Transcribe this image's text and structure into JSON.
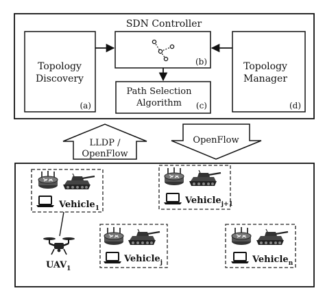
{
  "controller": {
    "title": "SDN Controller",
    "topology_discovery": {
      "line1": "Topology",
      "line2": "Discovery",
      "tag": "(a)"
    },
    "graph_box": {
      "tag": "(b)"
    },
    "path_selection": {
      "line1": "Path Selection",
      "line2": "Algorithm",
      "tag": "(c)"
    },
    "topology_manager": {
      "line1": "Topology",
      "line2": "Manager",
      "tag": "(d)"
    }
  },
  "arrows": {
    "up": {
      "line1": "LLDP /",
      "line2": "OpenFlow"
    },
    "down": {
      "line1": "OpenFlow"
    }
  },
  "network": {
    "vehicles": [
      {
        "name": "Vehicle",
        "sub": "1"
      },
      {
        "name": "Vehicle",
        "sub": "j+1"
      },
      {
        "name": "Vehicle",
        "sub": "j"
      },
      {
        "name": "Vehicle",
        "sub": "n"
      }
    ],
    "uav": {
      "name": "UAV",
      "sub": "1"
    }
  },
  "icons": [
    "graph-icon",
    "router-icon",
    "tank-icon",
    "laptop-icon",
    "drone-icon"
  ]
}
